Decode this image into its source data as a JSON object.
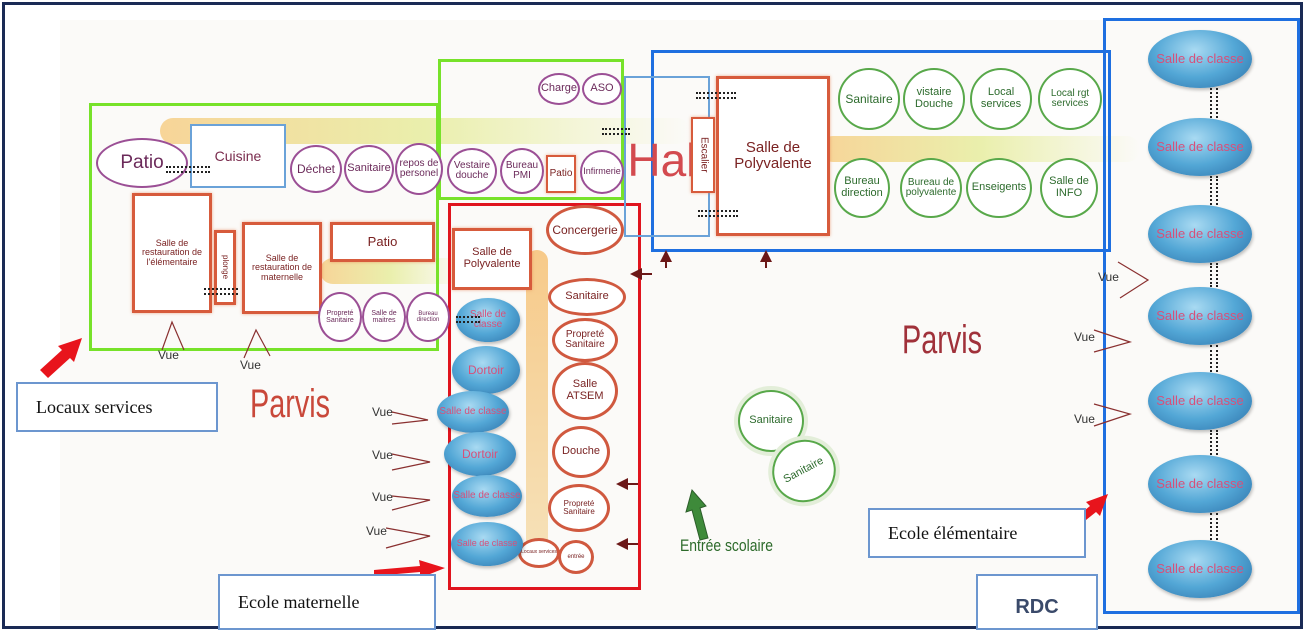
{
  "rooms": {
    "patio_top": "Patio",
    "cuisine": "Cuisine",
    "dechet": "Déchet",
    "sanitaire_ls": "Sanitaire",
    "repos": "repos de personel",
    "vestiaire": "Vestaire douche",
    "bureau_pmi": "Bureau PMI",
    "patio_mid": "Patio",
    "infirmerie": "Infirmerie",
    "charge": "Charge",
    "aso": "ASO",
    "hall": "Hall",
    "escalier": "Escalier",
    "salle_poly_hall": "Salle de Polyvalente",
    "sanitaire_hall": "Sanitaire",
    "vistaire_douche": "vistaire Douche",
    "local_services": "Local services",
    "local_rgt": "Local rgt services",
    "bureau_direction": "Bureau direction",
    "bureau_poly": "Bureau de polyvalente",
    "enseignants": "Enseigents",
    "salle_info": "Salle de INFO",
    "rest_elem": "Salle de restauration de l'élémentaire",
    "plonge": "plonge",
    "rest_mat": "Salle de restauration de maternelle",
    "patio_low": "Patio",
    "proprete_ls": "Propreté Sanitaire",
    "salle_maitres": "Salle de maitres",
    "bureau_dir_small": "Bureau direction",
    "salle_poly_mat": "Salle de Polyvalente",
    "concergerie": "Concergerie",
    "sanitaire_mat": "Sanitaire",
    "proprete_mat": "Propreté Sanitaire",
    "atsem": "Salle ATSEM",
    "douche": "Douche",
    "proprete_mat2": "Propreté Sanitaire",
    "locaux_srv_small": "Locaux services",
    "entree_small": "entrée",
    "sanitaire_parvis1": "Sanitaire",
    "sanitaire_parvis2": "Sanitaire",
    "mat_salle1": "Salle de classe",
    "mat_dortoir1": "Dortoir",
    "mat_salle2": "Salle de classe",
    "mat_dortoir2": "Dortoir",
    "mat_salle3": "Salle de classe",
    "mat_salle4": "Salle de classe",
    "elem_salles": [
      "Salle de classe",
      "Salle de classe",
      "Salle de classe",
      "Salle de classe",
      "Salle de classe",
      "Salle de classe",
      "Salle de classe"
    ]
  },
  "labels": {
    "parvis_left": "Parvis",
    "parvis_right": "Parvis",
    "entree_scolaire": "Entrée scolaire",
    "vue": "Vue"
  },
  "callouts": {
    "locaux_services": "Locaux services",
    "ecole_maternelle": "Ecole maternelle",
    "ecole_elementaire": "Ecole élémentaire",
    "rdc": "RDC"
  },
  "colors": {
    "zone_services": "#77e22a",
    "zone_maternelle": "#e0141e",
    "zone_elementaire": "#1e6fe0",
    "arrow": "#e8141c"
  }
}
